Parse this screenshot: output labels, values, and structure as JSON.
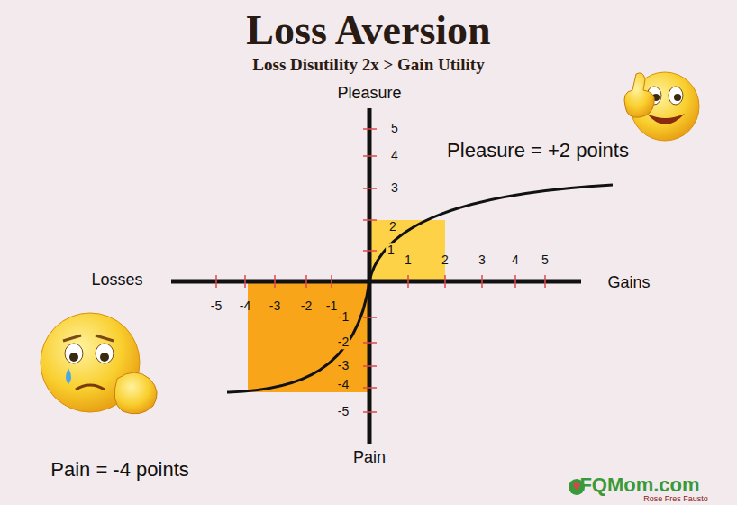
{
  "diagram": {
    "title": "Loss Aversion",
    "caption": "Loss Disutility 2x > Gain Utility",
    "labels": [
      "Pleasure",
      "Pain",
      "Losses",
      "Gains",
      "Pleasure = +2 points",
      "Pain = -4 points",
      "5",
      "4",
      "3",
      "2",
      "1",
      "-1",
      "-2",
      "-3",
      "-4",
      "-5",
      "-5",
      "-4",
      "-3",
      "-2",
      "-1",
      "1",
      "2",
      "3",
      "4",
      "5",
      "FQMom.com",
      "Rose Fres Fausto"
    ]
  }
}
